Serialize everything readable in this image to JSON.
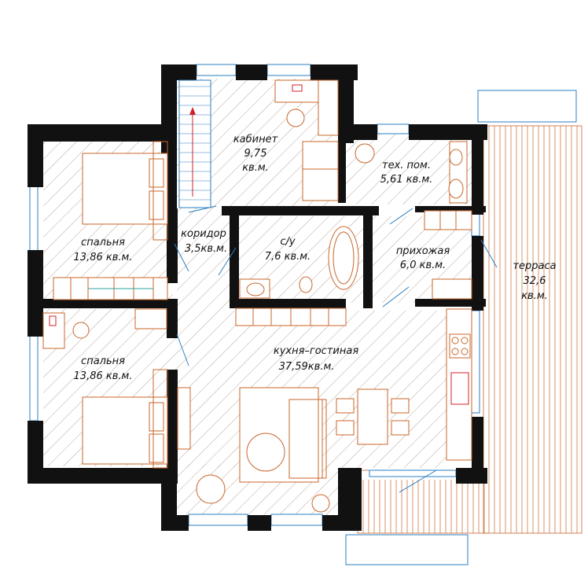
{
  "rooms": {
    "office": {
      "name": "кабинет",
      "area": "9,75",
      "unit": "кв.м."
    },
    "tech": {
      "name": "тех. пом.",
      "area": "5,61 кв.м."
    },
    "bedroom_top": {
      "name": "спальня",
      "area": "13,86 кв.м."
    },
    "corridor": {
      "name": "коридор",
      "area": "3,5кв.м."
    },
    "bathroom": {
      "name": "с/у",
      "area": "7,6 кв.м."
    },
    "hall": {
      "name": "прихожая",
      "area": "6,0 кв.м."
    },
    "terrace": {
      "name": "терраса",
      "area": "32,6",
      "unit": "кв.м."
    },
    "bedroom_bottom": {
      "name": "спальня",
      "area": "13,86 кв.м."
    },
    "kitchen_living": {
      "name": "кухня–гостиная",
      "area": "37,59кв.м."
    }
  },
  "colors": {
    "walls": "#111111",
    "furniture": "#c8652a",
    "windows": "#2a7fc0",
    "hatch": "#b8a79a",
    "accent_red": "#d0202a"
  }
}
